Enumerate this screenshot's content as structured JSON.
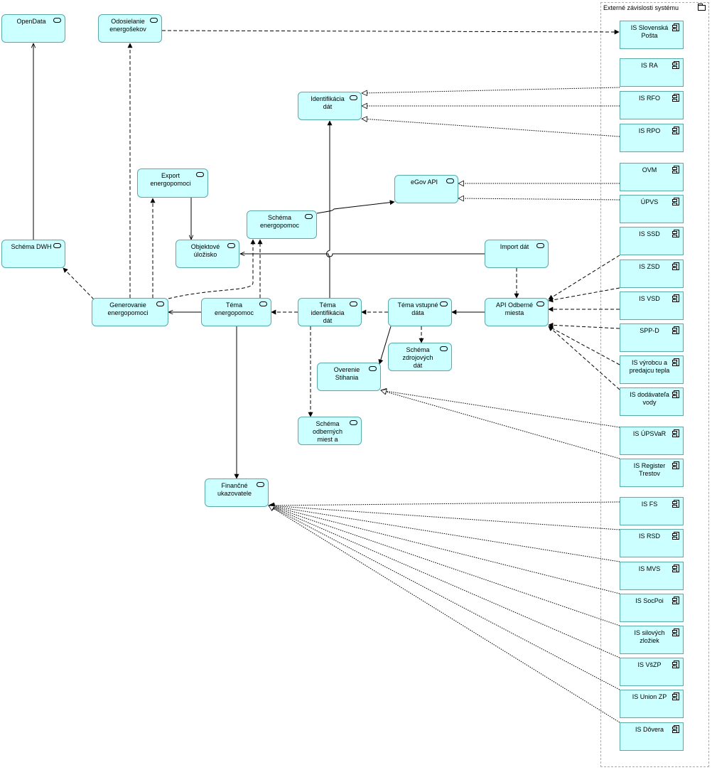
{
  "group": {
    "title": "Externé závislosti systému"
  },
  "nodes": {
    "opendata": "OpenData",
    "odosielanie": "Odosielanie\nenergošekov",
    "identifikacia": "Identifikácia\ndát",
    "export": "Export\nenergopomoci",
    "egov": "eGov API",
    "schema_energo": "Schéma\nenergopomoc",
    "schema_dwh": "Schéma DWH",
    "objektove": "Objektové\núložisko",
    "import": "Import dát",
    "generovanie": "Generovanie\nenergopomoci",
    "tema_energo": "Téma\nenergopomoc",
    "tema_ident": "Téma\nidentifikácia\ndát",
    "tema_vstup": "Téma vstupné\ndáta",
    "api_odberne": "API Odberné\nmiesta",
    "schema_zdroj": "Schéma\nzdrojových\ndát",
    "overenie": "Overenie\nStihania",
    "schema_odber": "Schéma\nodberných\nmiest a",
    "financne": "Finančné\nukazovatele",
    "posta": "IS Slovenská\nPošta",
    "ra": "IS RA",
    "rfo": "IS RFO",
    "rpo": "IS RPO",
    "ovm": "OVM",
    "upvs": "ÚPVS",
    "ssd": "IS SSD",
    "zsd": "IS ZSD",
    "vsd": "IS VSD",
    "sppd": "SPP-D",
    "teplo": "IS výrobcu a\npredajcu tepla",
    "voda": "IS dodávateľa\nvody",
    "upsvar": "IS ÚPSVaR",
    "trestov": "IS Register\nTrestov",
    "fs": "IS FS",
    "rsd": "IS RSD",
    "mvs": "IS MVS",
    "socpoi": "IS SocPoi",
    "silove": "IS silových\nzložiek",
    "vszp": "IS VšZP",
    "union": "IS Union ZP",
    "dovera": "IS Dôvera"
  },
  "icons": {
    "service": "service-icon",
    "component": "component-icon",
    "group": "folder-icon"
  },
  "colors": {
    "node_fill": "#ccffff",
    "node_border": "#5aa9a9",
    "line": "#000000"
  }
}
